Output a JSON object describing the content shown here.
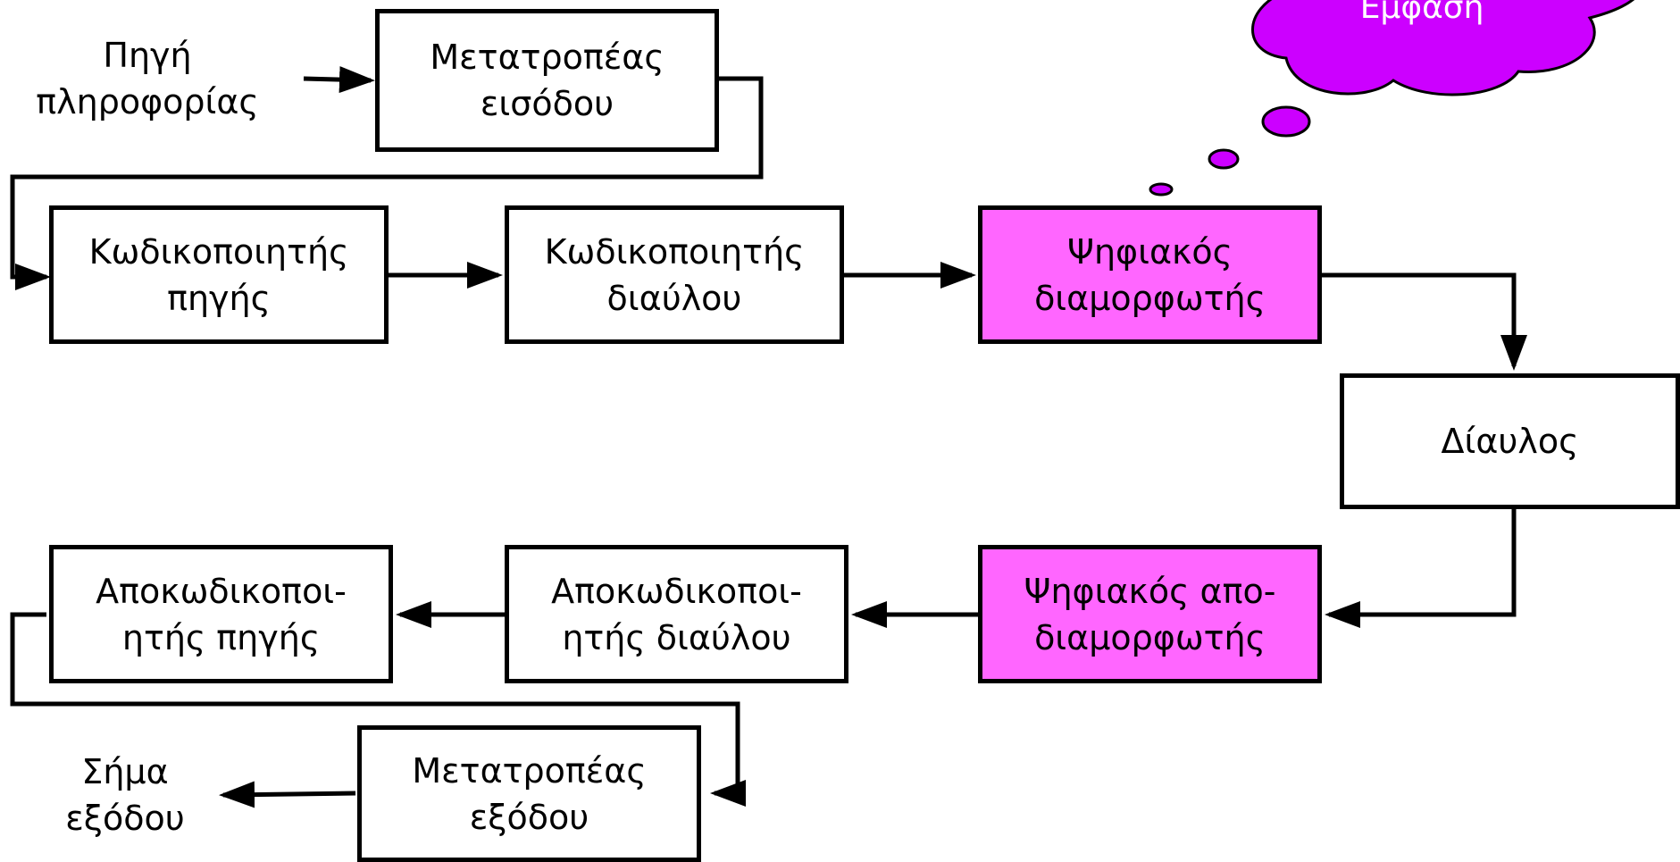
{
  "source": {
    "line1": "Πηγή",
    "line2": "πληροφορίας"
  },
  "output": {
    "line1": "Σήμα",
    "line2": "εξόδου"
  },
  "blocks": {
    "input_transducer": {
      "line1": "Μετατροπέας",
      "line2": "εισόδου"
    },
    "source_encoder": {
      "line1": "Κωδικοποιητής",
      "line2": "πηγής"
    },
    "channel_encoder": {
      "line1": "Κωδικοποιητής",
      "line2": "διαύλου"
    },
    "digital_modulator": {
      "line1": "Ψηφιακός",
      "line2": "διαμορφωτής"
    },
    "channel": {
      "line1": "Δίαυλος"
    },
    "digital_demodulator": {
      "line1": "Ψηφιακός απο-",
      "line2": "διαμορφωτής"
    },
    "channel_decoder": {
      "line1": "Αποκωδικοποι-",
      "line2": "ητής διαύλου"
    },
    "source_decoder": {
      "line1": "Αποκωδικοποι-",
      "line2": "ητής πηγής"
    },
    "output_transducer": {
      "line1": "Μετατροπέας",
      "line2": "εξόδου"
    }
  },
  "callout": {
    "text": "Έμφαση"
  },
  "colors": {
    "highlight": "#ff66ff",
    "callout": "#cc00ff",
    "stroke": "#000000"
  }
}
